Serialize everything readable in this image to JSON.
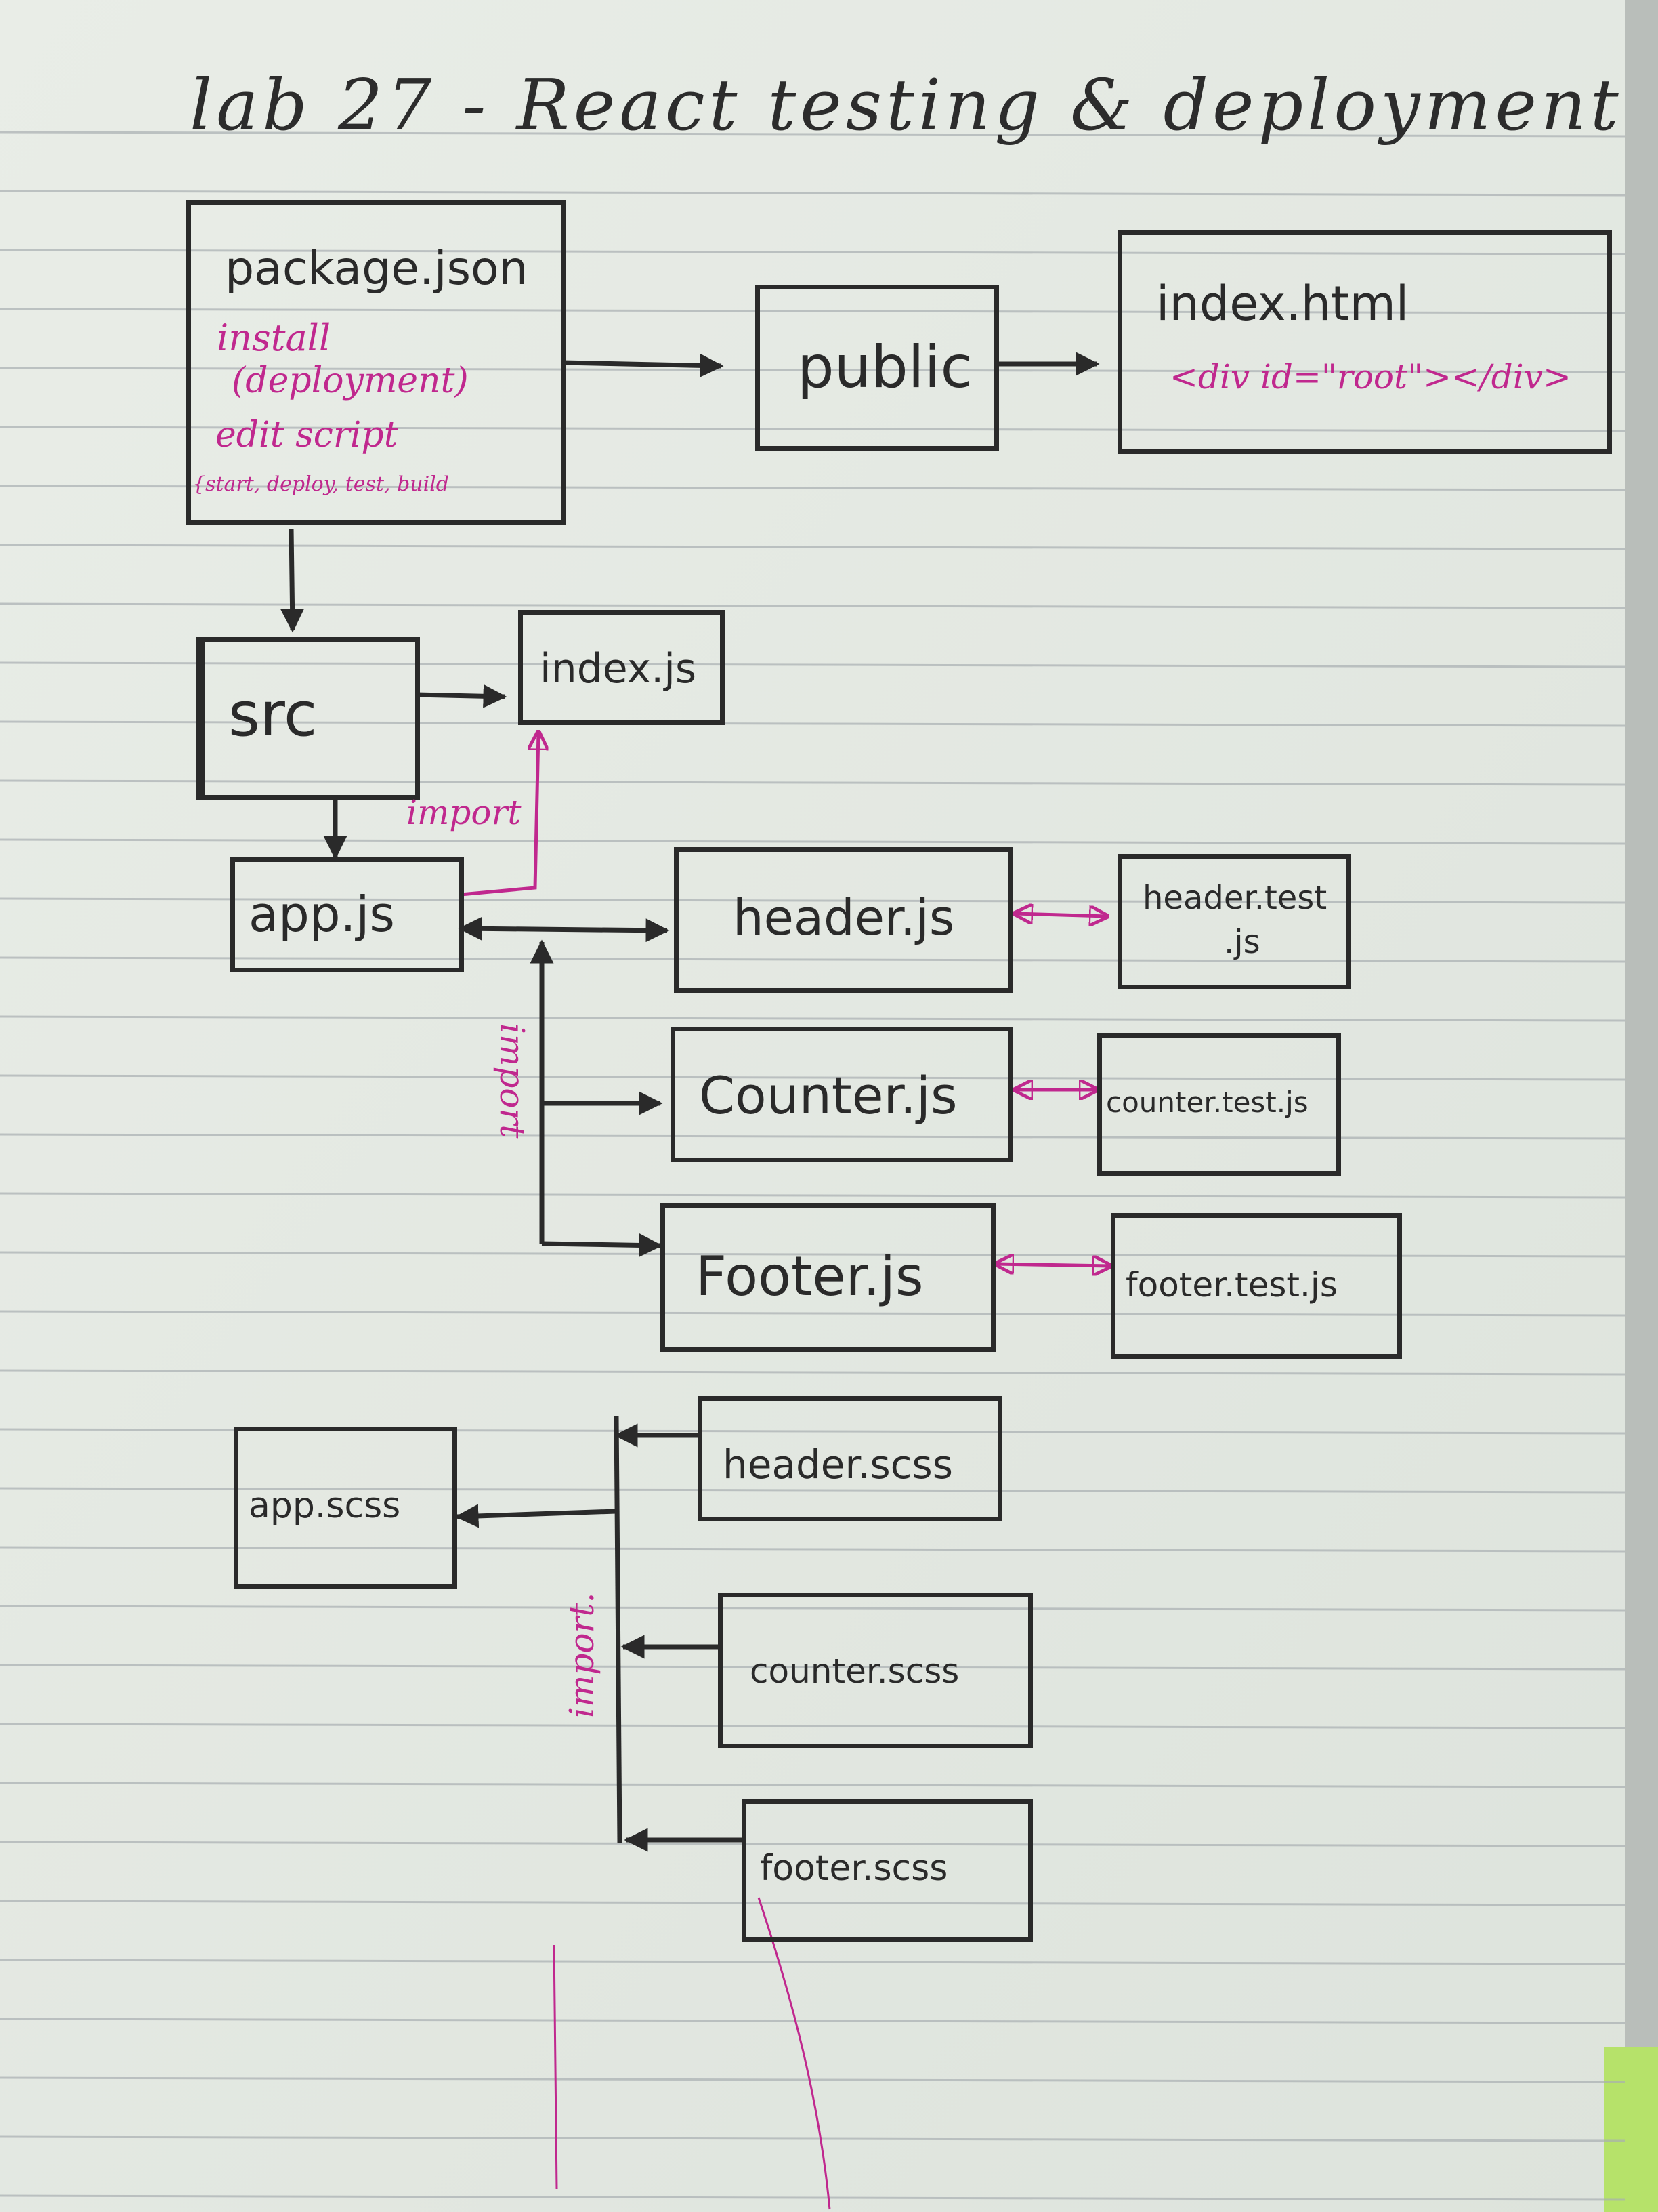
{
  "title": "lab 27 - React testing & deployment",
  "colors": {
    "ink": "#2a2a2a",
    "annotation": "#c0288e",
    "paper": "#e6ebe4",
    "rule": "#a9afb2"
  },
  "nodes": {
    "package": "package.json",
    "public": "public",
    "index_html": "index.html",
    "src": "src",
    "index_js": "index.js",
    "app_js": "app.js",
    "header_js": "header.js",
    "counter_js": "Counter.js",
    "footer_js": "Footer.js",
    "header_test_line1": "header.test",
    "header_test_line2": ".js",
    "counter_test": "counter.test.js",
    "footer_test": "footer.test.js",
    "app_scss": "app.scss",
    "header_scss": "header.scss",
    "counter_scss": "counter.scss",
    "footer_scss": "footer.scss"
  },
  "notes": {
    "install": "install",
    "deployment": "(deployment)",
    "edit_script": "edit script",
    "scripts": "{start, deploy, test, build",
    "root_div": "<div id=\"root\"></div>",
    "import_top": "import",
    "import_side": "import",
    "import_bottom": "import."
  }
}
